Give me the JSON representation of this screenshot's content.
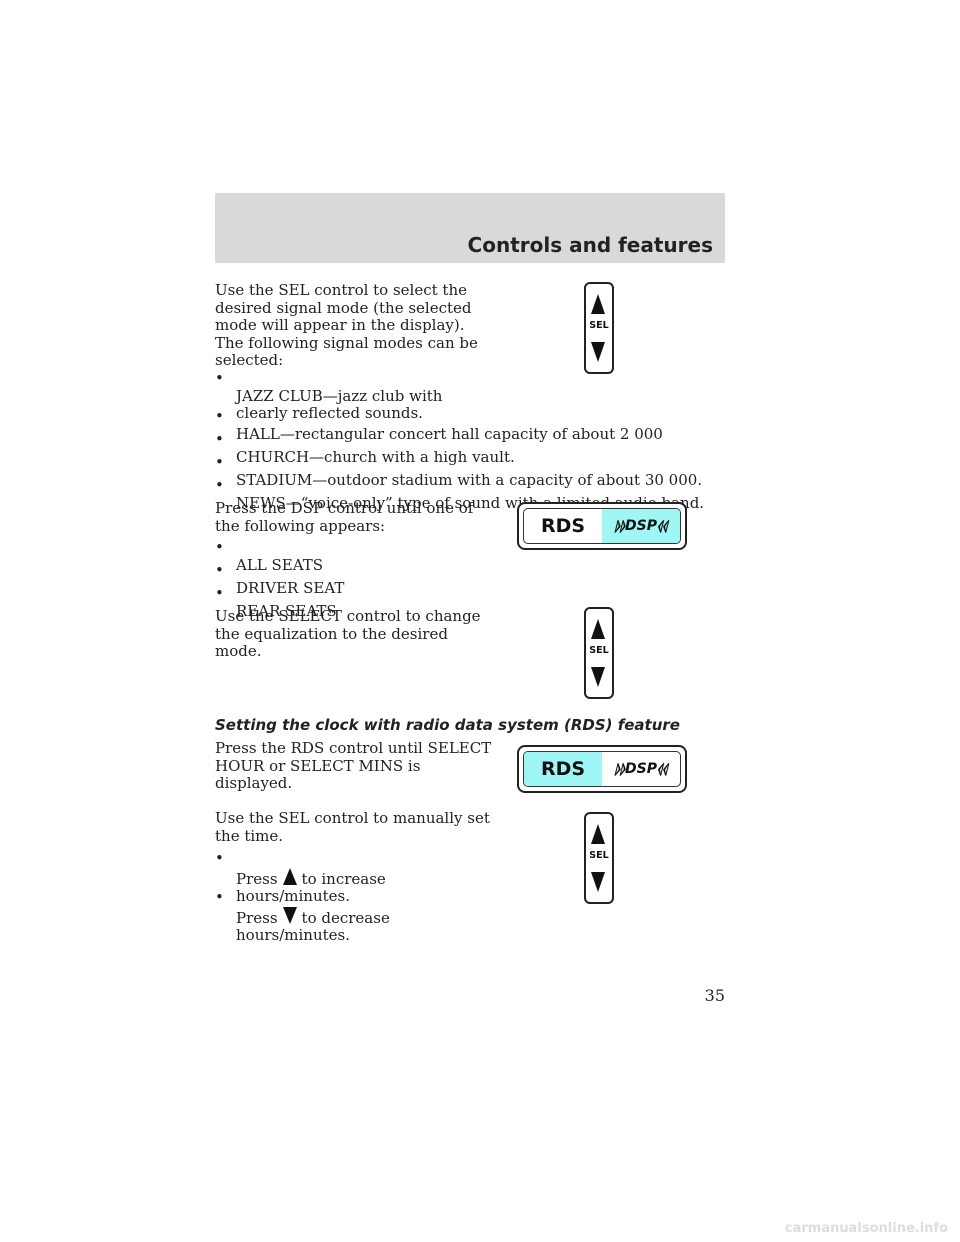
{
  "header": {
    "title": "Controls and features"
  },
  "paragraphs": {
    "p1": "Use the SEL control to select the\ndesired signal mode (the selected\nmode will appear in the display).\nThe following signal modes can be\nselected:",
    "p2": "Press the DSP control until one of\nthe following appears:",
    "p3": "Use the SELECT control to change\nthe equalization to the desired\nmode.",
    "p4": "Press the RDS control until SELECT\nHOUR or SELECT MINS is\ndisplayed.",
    "p5": "Use the SEL control to manually set\nthe time."
  },
  "bullet_char": "•",
  "modes": [
    "JAZZ CLUB—jazz club with\nclearly reflected sounds.",
    "HALL—rectangular concert hall capacity of about 2 000",
    "CHURCH—church with a high vault.",
    "STADIUM—outdoor stadium with a capacity of about 30 000.",
    "NEWS—“voice-only” type of sound with a limited audio band."
  ],
  "seats": [
    "ALL SEATS",
    "DRIVER SEAT",
    "REAR SEATS"
  ],
  "section_heading": "Setting the clock with radio data system (RDS) feature",
  "time_steps": {
    "increase_pre": "Press",
    "increase_post": "to increase\nhours/minutes.",
    "decrease_pre": "Press",
    "decrease_post": "to decrease\nhours/minutes."
  },
  "controls": {
    "sel_label": "SEL",
    "rds_label": "RDS",
    "dsp_label": "DSP",
    "highlight_color": "#9ff7f5"
  },
  "page_number": "35",
  "footer": "carmanualsonline.info"
}
